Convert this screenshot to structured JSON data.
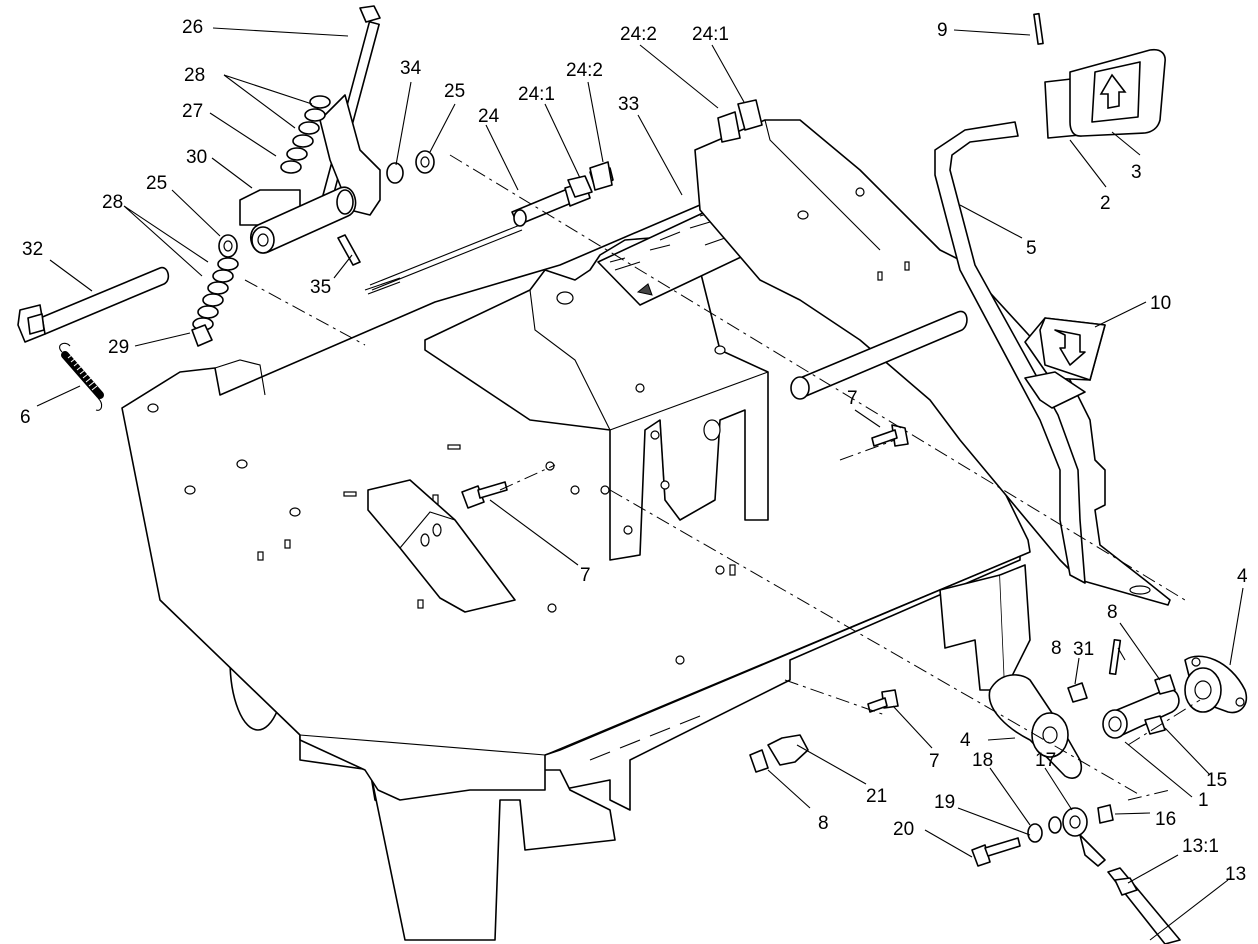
{
  "callouts": [
    {
      "id": "c26",
      "text": "26"
    },
    {
      "id": "c28a",
      "text": "28"
    },
    {
      "id": "c27",
      "text": "27"
    },
    {
      "id": "c30",
      "text": "30"
    },
    {
      "id": "c25a",
      "text": "25"
    },
    {
      "id": "c28b",
      "text": "28"
    },
    {
      "id": "c32",
      "text": "32"
    },
    {
      "id": "c29",
      "text": "29"
    },
    {
      "id": "c6",
      "text": "6"
    },
    {
      "id": "c34",
      "text": "34"
    },
    {
      "id": "c25b",
      "text": "25"
    },
    {
      "id": "c35",
      "text": "35"
    },
    {
      "id": "c24",
      "text": "24"
    },
    {
      "id": "c24_1a",
      "text": "24:1"
    },
    {
      "id": "c24_2a",
      "text": "24:2"
    },
    {
      "id": "c33",
      "text": "33"
    },
    {
      "id": "c24_2b",
      "text": "24:2"
    },
    {
      "id": "c24_1b",
      "text": "24:1"
    },
    {
      "id": "c9",
      "text": "9"
    },
    {
      "id": "c3",
      "text": "3"
    },
    {
      "id": "c2",
      "text": "2"
    },
    {
      "id": "c5",
      "text": "5"
    },
    {
      "id": "c10",
      "text": "10"
    },
    {
      "id": "c7a",
      "text": "7"
    },
    {
      "id": "c7b",
      "text": "7"
    },
    {
      "id": "c4a",
      "text": "4"
    },
    {
      "id": "c8a",
      "text": "8"
    },
    {
      "id": "c31",
      "text": "31"
    },
    {
      "id": "c8b",
      "text": "8"
    },
    {
      "id": "c4b",
      "text": "4"
    },
    {
      "id": "c7c",
      "text": "7"
    },
    {
      "id": "c17",
      "text": "17"
    },
    {
      "id": "c15",
      "text": "15"
    },
    {
      "id": "c1",
      "text": "1"
    },
    {
      "id": "c18",
      "text": "18"
    },
    {
      "id": "c19",
      "text": "19"
    },
    {
      "id": "c16",
      "text": "16"
    },
    {
      "id": "c21",
      "text": "21"
    },
    {
      "id": "c8c",
      "text": "8"
    },
    {
      "id": "c20",
      "text": "20"
    },
    {
      "id": "c13_1",
      "text": "13:1"
    },
    {
      "id": "c13",
      "text": "13"
    }
  ]
}
